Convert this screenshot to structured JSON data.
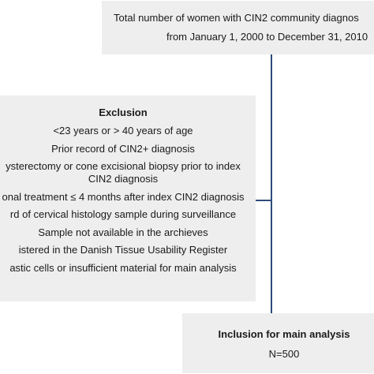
{
  "top_box": {
    "line1": "Total number of women with CIN2 community diagnos",
    "line2": "from January 1, 2000 to December 31, 2010"
  },
  "exclusion_box": {
    "title": "Exclusion",
    "items": [
      "<23 years or > 40 years of age",
      "Prior record of CIN2+ diagnosis",
      "ysterectomy or cone excisional biopsy prior to index",
      "CIN2 diagnosis",
      "onal treatment ≤ 4 months after index CIN2 diagnosis",
      "rd of cervical histology sample during surveillance",
      "Sample not available in the archieves",
      "istered in the Danish Tissue Usability Register",
      "astic cells or insufficient material for main analysis"
    ]
  },
  "inclusion_box": {
    "title": "Inclusion for main analysis",
    "count": "N=500"
  },
  "colors": {
    "box_fill": "#eeeeee",
    "connector": "#2e4b7c",
    "text": "#1a1a1a"
  }
}
